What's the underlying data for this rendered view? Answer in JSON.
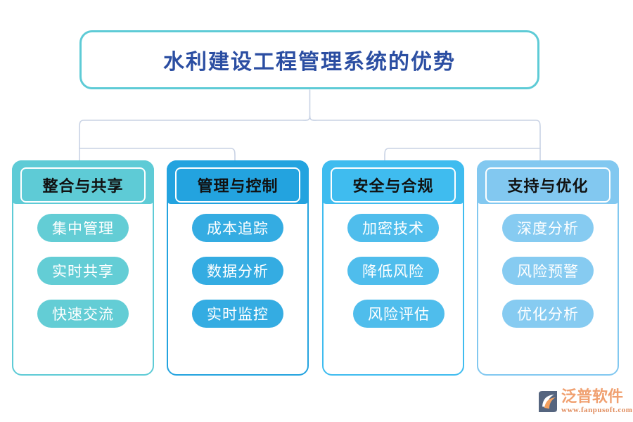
{
  "diagram": {
    "title": "水利建设工程管理系统的优势",
    "title_border_color": "#5ecbd6",
    "title_text_color": "#2b4ea2",
    "connector_color": "#c8d2e4",
    "columns": [
      {
        "header": "整合与共享",
        "color": "#5ecbd6",
        "pill_color": "#63cdd5",
        "items": [
          "集中管理",
          "实时共享",
          "快速交流"
        ]
      },
      {
        "header": "管理与控制",
        "color": "#23a3df",
        "pill_color": "#34ace2",
        "items": [
          "成本追踪",
          "数据分析",
          "实时监控"
        ]
      },
      {
        "header": "安全与合规",
        "color": "#3fbcef",
        "pill_color": "#4fbdec",
        "items": [
          "加密技术",
          "降低风险",
          "风险评估"
        ]
      },
      {
        "header": "支持与优化",
        "color": "#82c8f0",
        "pill_color": "#86cbf1",
        "items": [
          "深度分析",
          "风险预警",
          "优化分析"
        ]
      }
    ]
  },
  "watermark": {
    "name": "泛普软件",
    "url": "www.fanpusoft.com",
    "icon": "fanpu-logo-icon",
    "name_color": "#f0a070",
    "url_color": "#e08a5a"
  }
}
